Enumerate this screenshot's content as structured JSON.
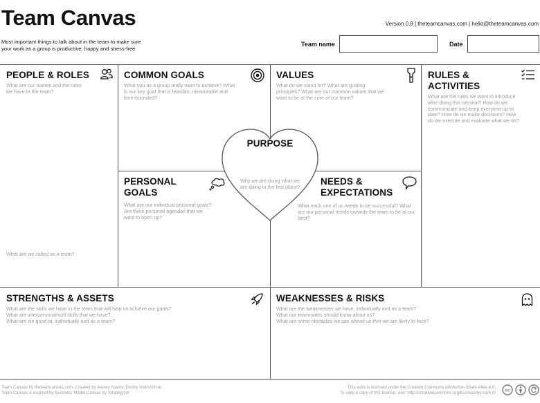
{
  "header": {
    "title": "Team Canvas",
    "subtitle_line1": "Most important things to talk about in the team to make sure",
    "subtitle_line2": "your work as a group is productive, happy and stress-free",
    "meta": "Version 0.8  |  theteamcanvas.com  |  hello@theteamcanvas.com",
    "team_name_label": "Team name",
    "team_name_value": "",
    "date_label": "Date",
    "date_value": ""
  },
  "sections": {
    "people_roles": {
      "title": "PEOPLE & ROLES",
      "hint": "What are our names and the roles we have in the team?",
      "hint_bottom": "What are we called as a team?",
      "icon": "people-icon"
    },
    "common_goals": {
      "title": "COMMON GOALS",
      "hint": "What you as a group really want to achieve? What is our key goal that is feasible, measurable and time-bounded?",
      "icon": "target-icon"
    },
    "values": {
      "title": "VALUES",
      "hint": "What do we stand for? What are guiding principles? What are our common values that we want to be at the core of our team?",
      "icon": "flashlight-icon"
    },
    "rules_activities": {
      "title_line1": "RULES &",
      "title_line2": "ACTIVITIES",
      "hint": "What are the rules we want to introduce after doing this session? How do we communicate and keep everyone up to date? How do we make decisions? How do we execute and evaluate what we do?",
      "icon": "checklist-icon"
    },
    "purpose": {
      "title": "PURPOSE",
      "hint": "Why we are doing what we are doing in the first place?"
    },
    "personal_goals": {
      "title_line1": "PERSONAL",
      "title_line2": "GOALS",
      "hint": "What are our individual personal goals? Are there personal agendas that we want to open up?",
      "icon": "thought-bubble-icon"
    },
    "needs_expectations": {
      "title_line1": "NEEDS &",
      "title_line2": "EXPECTATIONS",
      "hint": "What each one of us needs to be successful? What are our personal needs towards the team to be at our best?",
      "icon": "speech-bubble-icon"
    },
    "strengths_assets": {
      "title": "STRENGTHS & ASSETS",
      "hint_line1": "What are the skills we have in the team that will help us achieve our goals?",
      "hint_line2": "What are interpersonal/soft skills that we have?",
      "hint_line3": "What are we good at, individually and as a team?",
      "icon": "rocket-icon"
    },
    "weaknesses_risks": {
      "title": "WEAKNESSES & RISKS",
      "hint_line1": "What are the weaknesses we have, individually and as a team?",
      "hint_line2": "What our teammates should know about us?",
      "hint_line3": "What are some obstacles we see ahead us that we are likely to face?",
      "icon": "ghost-icon"
    }
  },
  "footer": {
    "left_line1": "Team Canvas by theteamcanvas.com. Created by Alexey Ivanov, Dmitry Voloshchuk",
    "left_line2": "Team Canvas is inspired by Business Model Canvas by Strategyzer",
    "right_line1": "This work is licensed under the Creative Commons Attribution-Share Alike 4.0.",
    "right_line2": "To view a copy of this license, visit: http://creativecommons.org/licenses/by-sa/4.0/",
    "license_icons": [
      "cc-icon",
      "by-icon",
      "sa-icon"
    ]
  }
}
